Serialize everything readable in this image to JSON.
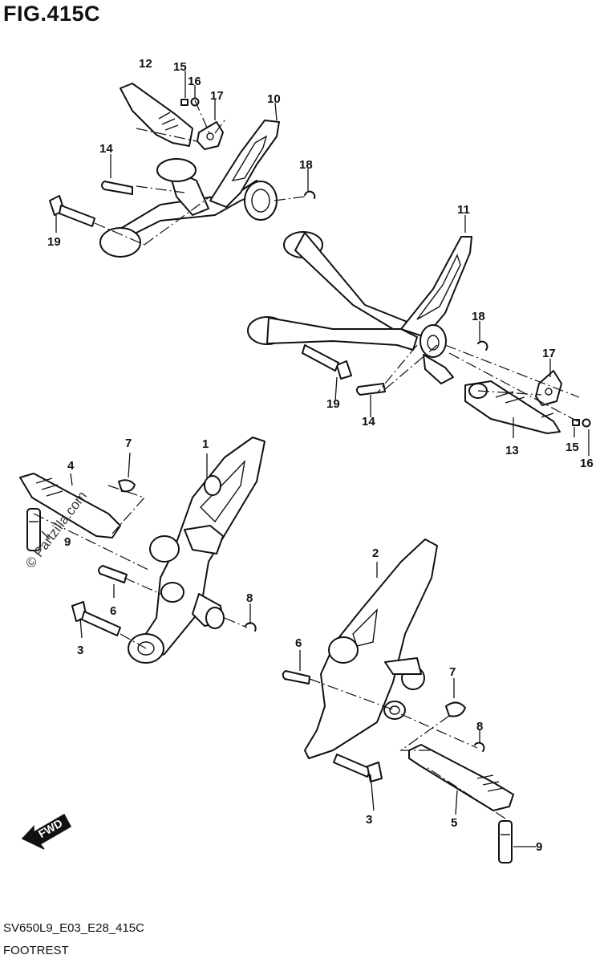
{
  "header": {
    "figure": "FIG.415C"
  },
  "footer": {
    "code": "SV650L9_E03_E28_415C",
    "name": "FOOTREST"
  },
  "watermark": "© Partzilla.com",
  "fwd_label": "FWD",
  "callouts": {
    "c1": "1",
    "c2": "2",
    "c3a": "3",
    "c3b": "3",
    "c4": "4",
    "c5": "5",
    "c6a": "6",
    "c6b": "6",
    "c7a": "7",
    "c7b": "7",
    "c8a": "8",
    "c8b": "8",
    "c9a": "9",
    "c9b": "9",
    "c10": "10",
    "c11": "11",
    "c12": "12",
    "c13": "13",
    "c14a": "14",
    "c14b": "14",
    "c15a": "15",
    "c15b": "15",
    "c16a": "16",
    "c16b": "16",
    "c17a": "17",
    "c17b": "17",
    "c18a": "18",
    "c18b": "18",
    "c19a": "19",
    "c19b": "19"
  }
}
